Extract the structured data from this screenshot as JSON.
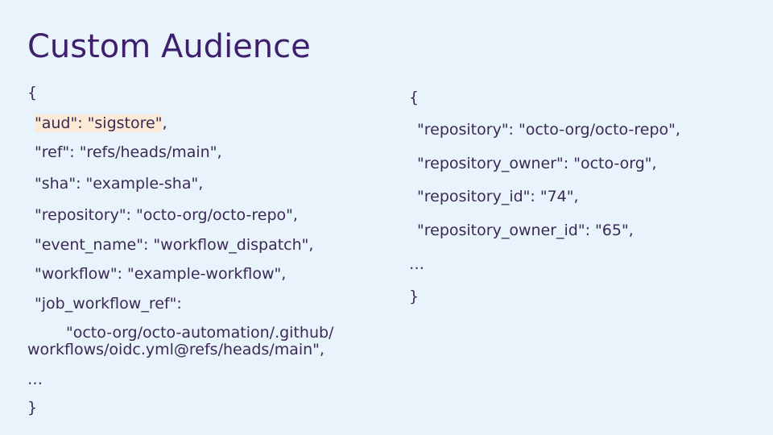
{
  "slide": {
    "title": "Custom Audience"
  },
  "left_block": {
    "open_brace": "{",
    "aud_line": "\"aud\": \"sigstore\"",
    "aud_comma": ",",
    "lines": [
      "\"ref\": \"refs/heads/main\",",
      "\"sha\": \"example-sha\",",
      "\"repository\": \"octo-org/octo-repo\",",
      "\"event_name\": \"workflow_dispatch\",",
      "\"workflow\": \"example-workflow\",",
      "\"job_workflow_ref\":",
      "\"octo-org/octo-automation/.github/",
      "workflows/oidc.yml@refs/heads/main\","
    ],
    "ellipsis": "…",
    "close_brace": "}"
  },
  "right_block": {
    "open_brace": "{",
    "lines": [
      "\"repository\": \"octo-org/octo-repo\",",
      "\"repository_owner\": \"octo-org\",",
      "\"repository_id\": \"74\",",
      "\"repository_owner_id\": \"65\","
    ],
    "ellipsis": "…",
    "close_brace": "}"
  }
}
